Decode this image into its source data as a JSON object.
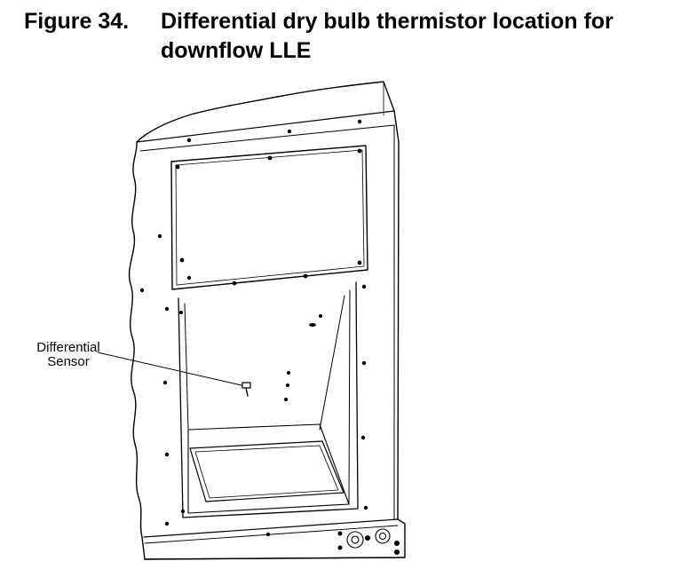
{
  "figure": {
    "number": "Figure 34.",
    "title": "Differential dry bulb thermistor location for downflow LLE"
  },
  "callout": {
    "line1": "Differential",
    "line2": "Sensor"
  }
}
